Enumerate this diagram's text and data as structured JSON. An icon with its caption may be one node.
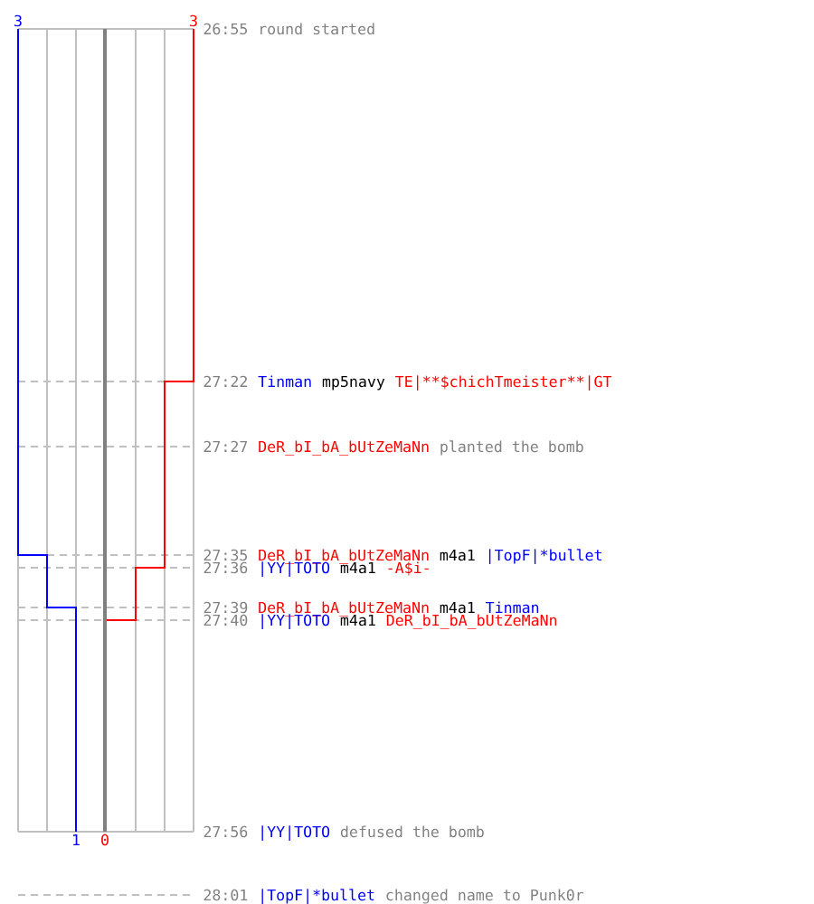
{
  "diagram": {
    "labels": [
      "3",
      "3",
      "26:55",
      "round started",
      "27:22",
      "Tinman",
      "mp5navy",
      "TE|**$chichTmeister**|GT",
      "27:27",
      "DeR_bI_bA_bUtZeMaNn",
      "planted the bomb",
      "27:35",
      "DeR_bI_bA_bUtZeMaNn",
      "m4a1",
      "|TopF|*bullet",
      "27:36",
      "|YY|TOTO",
      "m4a1",
      "-A$i-",
      "27:39",
      "DeR_bI_bA_bUtZeMaNn",
      "m4a1",
      "Tinman",
      "27:40",
      "|YY|TOTO",
      "m4a1",
      "DeR_bI_bA_bUtZeMaNn",
      "1",
      "0",
      "27:56",
      "|YY|TOTO",
      "defused the bomb",
      "28:01",
      "|TopF|*bullet",
      "changed name to Punk0r"
    ]
  }
}
